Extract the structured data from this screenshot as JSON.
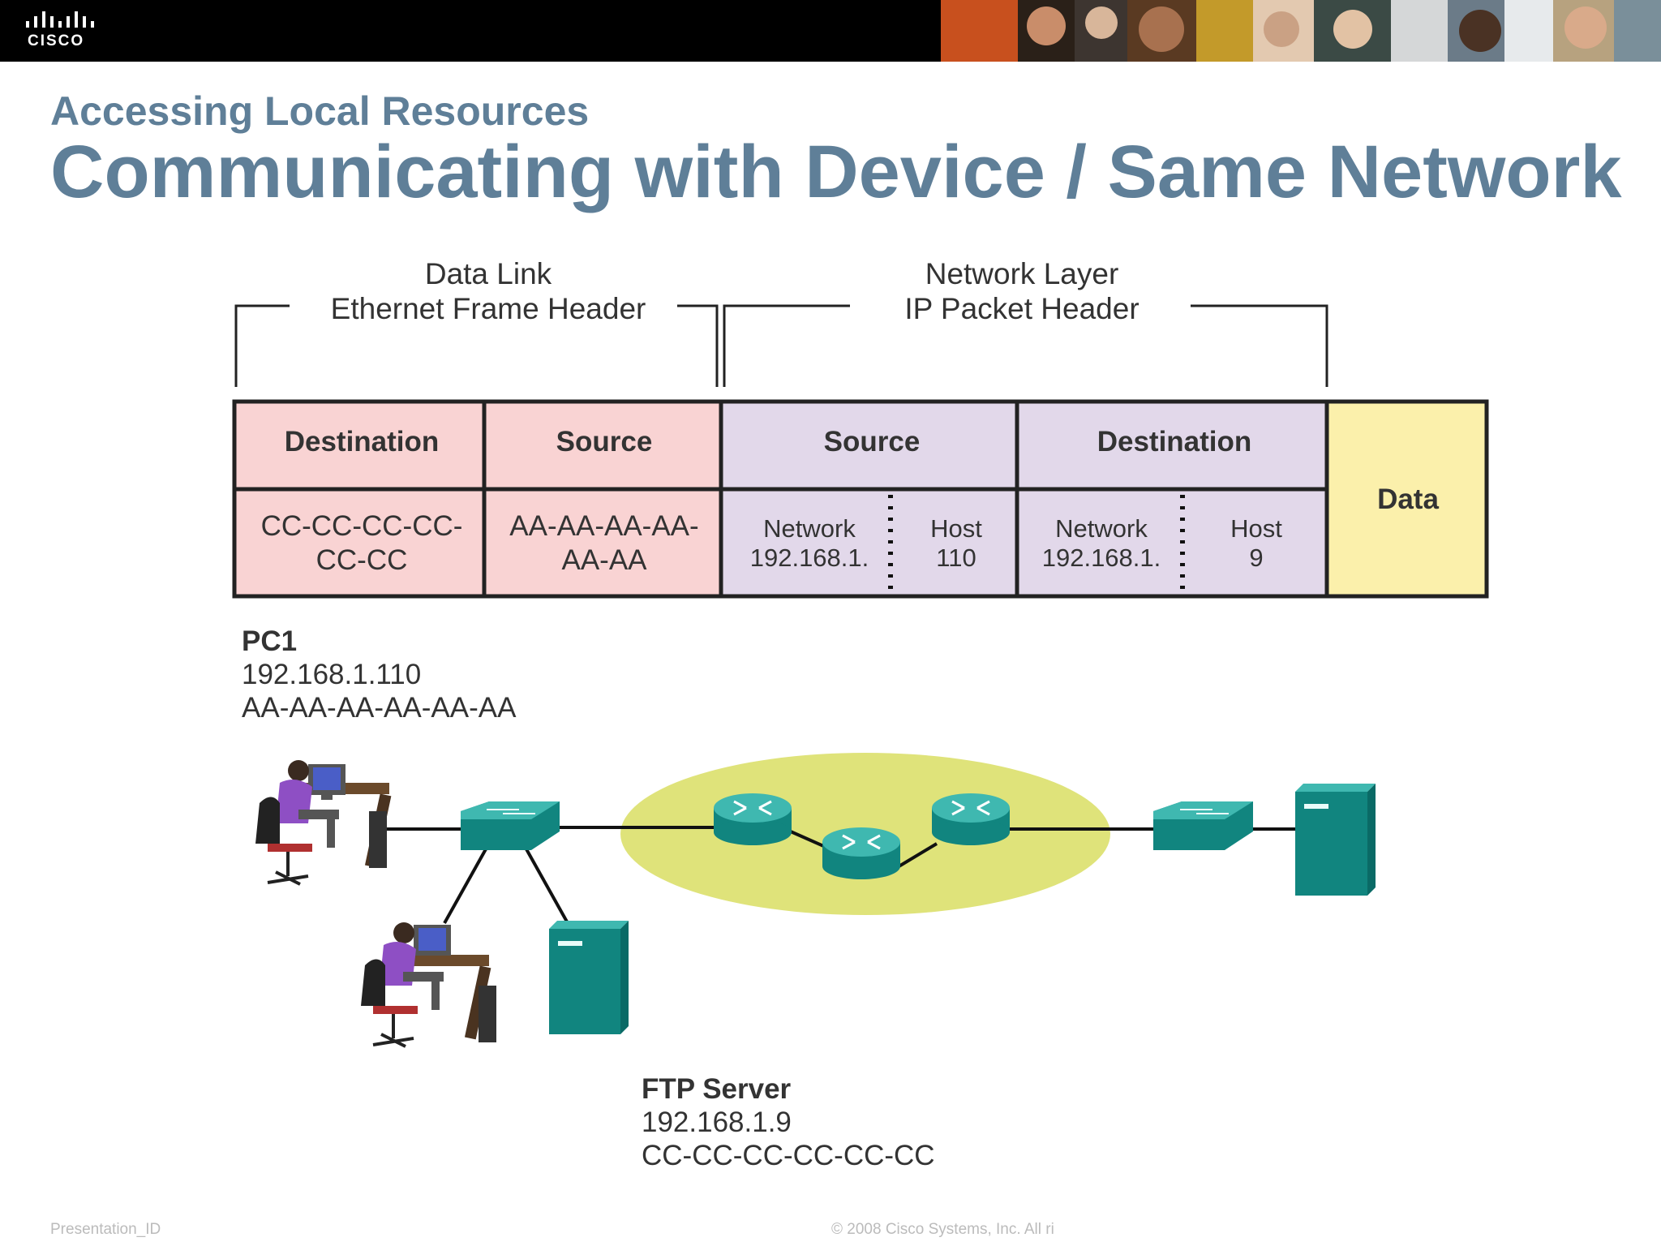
{
  "header": {
    "logo_text": "CISCO",
    "subtitle": "Accessing Local Resources",
    "title": "Communicating with Device / Same Network"
  },
  "brackets": {
    "data_link": {
      "line1": "Data Link",
      "line2": "Ethernet Frame Header"
    },
    "network": {
      "line1": "Network Layer",
      "line2": "IP Packet Header"
    }
  },
  "frame": {
    "eth_destination": {
      "header": "Destination",
      "value1": "CC-CC-CC-CC-",
      "value2": "CC-CC"
    },
    "eth_source": {
      "header": "Source",
      "value1": "AA-AA-AA-AA-",
      "value2": "AA-AA"
    },
    "ip_source": {
      "header": "Source",
      "network_label": "Network",
      "network_value": "192.168.1.",
      "host_label": "Host",
      "host_value": "110"
    },
    "ip_destination": {
      "header": "Destination",
      "network_label": "Network",
      "network_value": "192.168.1.",
      "host_label": "Host",
      "host_value": "9"
    },
    "data": "Data"
  },
  "pc1": {
    "name": "PC1",
    "ip": "192.168.1.110",
    "mac": "AA-AA-AA-AA-AA-AA"
  },
  "ftp_server": {
    "name": "FTP Server",
    "ip": "192.168.1.9",
    "mac": "CC-CC-CC-CC-CC-CC"
  },
  "footer": {
    "left": "Presentation_ID",
    "center": "© 2008 Cisco Systems, Inc. All ri"
  },
  "colors": {
    "title": "#5f7f98",
    "eth_fill": "#f9d3d3",
    "ip_fill": "#e2d8ea",
    "data_fill": "#fbf0ab",
    "cloud": "#dfe37a",
    "device": "#1a9a92"
  }
}
